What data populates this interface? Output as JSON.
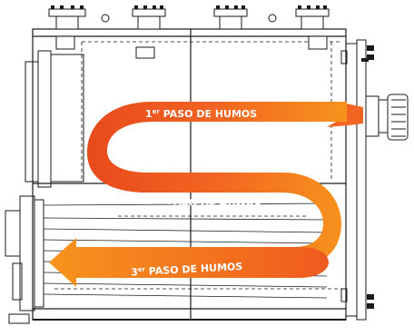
{
  "passes": [
    {
      "prefix": "1",
      "suffix": "er",
      "text": " PASO DE HUMOS"
    },
    {
      "prefix": "2",
      "suffix": "o",
      "text": " PASO DE HUMOS"
    },
    {
      "prefix": "3",
      "suffix": "er",
      "text": " PASO DE HUMOS"
    }
  ],
  "colors": {
    "line": "#1a1a1a",
    "flow_dark": "#e84a1c",
    "flow_light": "#f7941d",
    "flame": "#f26522",
    "label": "#ffffff"
  }
}
